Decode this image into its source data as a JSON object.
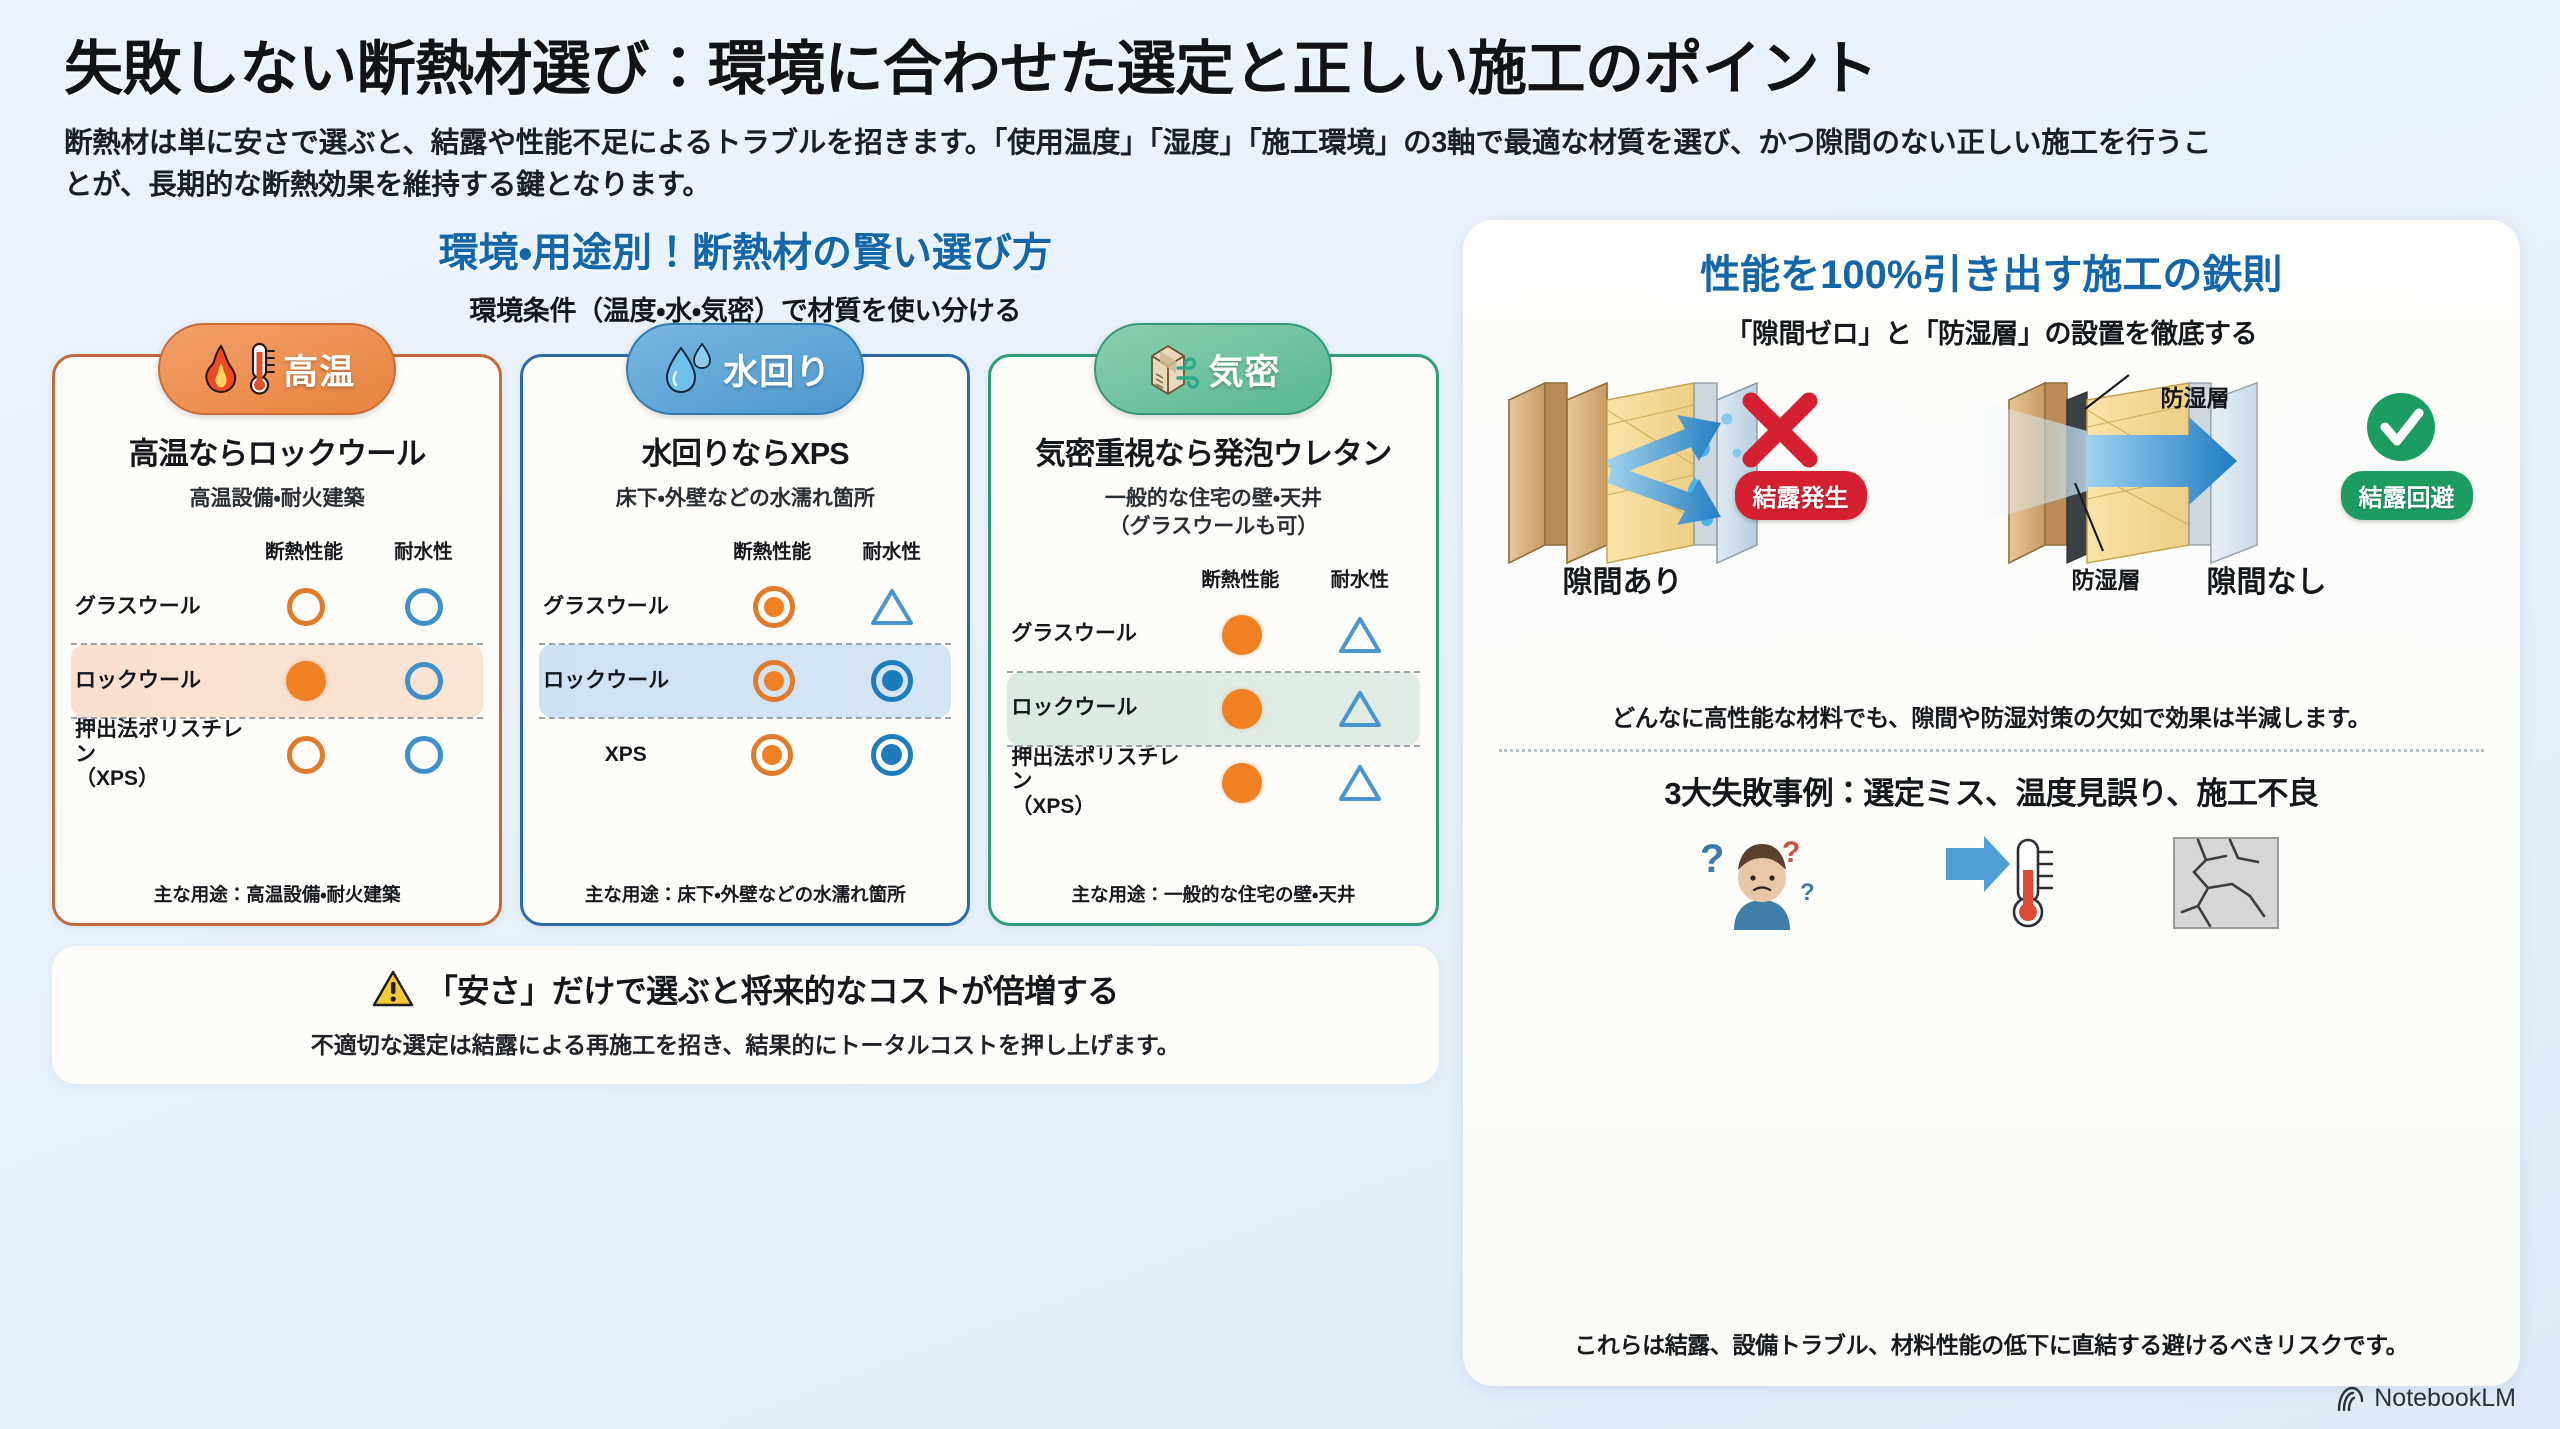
{
  "header": {
    "title": "失敗しない断熱材選び：環境に合わせた選定と正しい施工のポイント",
    "subtitle": "断熱材は単に安さで選ぶと、結露や性能不足によるトラブルを招きます。「使用温度」「湿度」「施工環境」の3軸で最適な材質を選び、かつ隙間のない正しい施工を行うことが、長期的な断熱効果を維持する鍵となります。"
  },
  "left": {
    "heading": "環境・用途別！断熱材の賢い選び方",
    "subheading": "環境条件（温度・水・気密）で材質を使い分ける",
    "columns": {
      "name": "",
      "a": "断熱性能",
      "b": "耐水性"
    },
    "cards": [
      {
        "badge": "高温",
        "badge_icons": [
          "fire-icon",
          "thermometer-icon"
        ],
        "accent": "#c4693a",
        "title": "高温ならロックウール",
        "desc": "高温設備・耐火建築",
        "rows": [
          {
            "name": "グラスウール",
            "a": "circle-outline",
            "b": "circle-outline-blue",
            "highlight": false
          },
          {
            "name": "ロックウール",
            "a": "filled-dot",
            "b": "circle-outline-blue",
            "highlight": true
          },
          {
            "name": "押出法ポリスチレン\n（XPS）",
            "a": "circle-outline",
            "b": "circle-outline-blue",
            "highlight": false
          }
        ],
        "footer": "主な用途：高温設備・耐火建築"
      },
      {
        "badge": "水回り",
        "badge_icons": [
          "water-drop-icon"
        ],
        "accent": "#2a6ba8",
        "title": "水回りならXPS",
        "desc": "床下・外壁などの水濡れ箇所",
        "rows": [
          {
            "name": "グラスウール",
            "a": "double-circle",
            "b": "triangle",
            "highlight": false
          },
          {
            "name": "ロックウール",
            "a": "double-circle",
            "b": "double-circle-blue",
            "highlight": true
          },
          {
            "name": "XPS",
            "a": "double-circle",
            "b": "double-circle-blue",
            "highlight": false
          }
        ],
        "footer": "主な用途：床下・外壁などの水濡れ箇所"
      },
      {
        "badge": "気密",
        "badge_icons": [
          "box-icon",
          "wind-icon"
        ],
        "accent": "#2f9b77",
        "title": "気密重視なら発泡ウレタン",
        "desc": "一般的な住宅の壁・天井\n（グラスウールも可）",
        "rows": [
          {
            "name": "グラスウール",
            "a": "filled-dot",
            "b": "triangle",
            "highlight": false
          },
          {
            "name": "ロックウール",
            "a": "filled-dot",
            "b": "triangle",
            "highlight": true
          },
          {
            "name": "押出法ポリスチレン\n（XPS）",
            "a": "filled-dot",
            "b": "triangle",
            "highlight": false
          }
        ],
        "footer": "主な用途：一般的な住宅の壁・天井"
      }
    ],
    "warning": {
      "icon": "warning-triangle-icon",
      "title": "「安さ」だけで選ぶと将来的なコストが倍増する",
      "subtitle": "不適切な選定は結露による再施工を招き、結果的にトータルコストを押し上げます。"
    }
  },
  "right": {
    "heading": "性能を100%引き出す施工の鉄則",
    "subheading": "「隙間ゼロ」と「防湿層」の設置を徹底する",
    "diagram": {
      "bad": {
        "pill": "結露発生",
        "label": "隙間あり",
        "mark": "x-mark-icon"
      },
      "good": {
        "pill": "結露回避",
        "label": "隙間なし",
        "mark": "check-mark-icon",
        "callout_top": "防湿層",
        "callout_bottom": "防湿層"
      }
    },
    "note": "どんなに高性能な材料でも、隙間や防湿対策の欠如で効果は半減します。",
    "fail_title": "3大失敗事例：選定ミス、温度見誤り、施工不良",
    "fail_icons": [
      "confused-person-icon",
      "thermometer-cold-icon",
      "cracked-wall-icon"
    ],
    "footer": "これらは結露、設備トラブル、材料性能の低下に直結する避けるべきリスクです。"
  },
  "brand": {
    "logo": "notebooklm-logo-icon",
    "name": "NotebookLM"
  },
  "colors": {
    "accent_blue": "#1466a8",
    "orange": "#e8833f",
    "blue": "#4d97cf",
    "green": "#58b792",
    "red": "#d42030",
    "green_pill": "#1d9c62"
  }
}
